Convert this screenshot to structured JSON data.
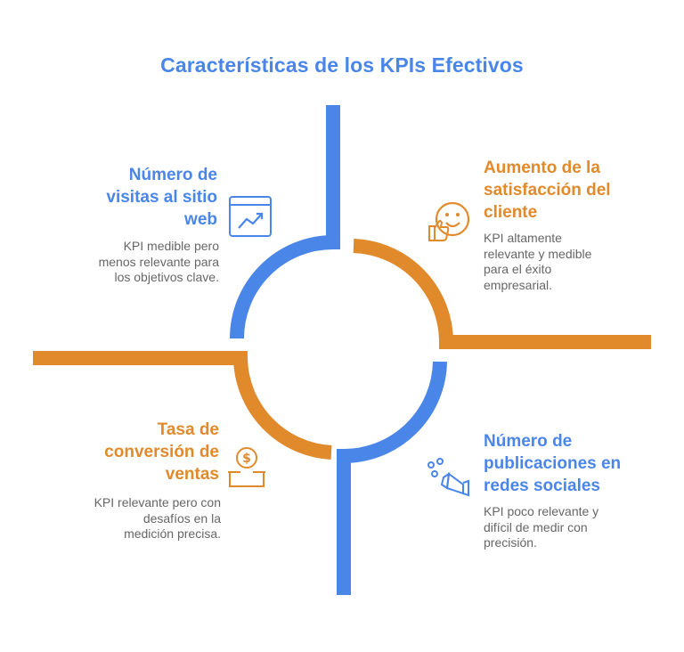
{
  "title": "Características de los KPIs Efectivos",
  "colors": {
    "blue": "#4a86e8",
    "orange": "#e08a2c",
    "text": "#666666"
  },
  "quadrants": {
    "top_left": {
      "heading": [
        "Número de",
        "visitas al sitio",
        "web"
      ],
      "description": [
        "KPI medible pero",
        "menos relevante para",
        "los objetivos clave."
      ],
      "icon": "trending-chart-icon",
      "color": "blue"
    },
    "top_right": {
      "heading": [
        "Aumento de la",
        "satisfacción del",
        "cliente"
      ],
      "description": [
        "KPI altamente",
        "relevante y medible",
        "para el éxito",
        "empresarial."
      ],
      "icon": "smiley-thumbs-up-icon",
      "color": "orange"
    },
    "bottom_left": {
      "heading": [
        "Tasa de",
        "conversión de",
        "ventas"
      ],
      "description": [
        "KPI relevante pero con",
        "desafíos en la",
        "medición precisa."
      ],
      "icon": "coin-deposit-icon",
      "color": "orange"
    },
    "bottom_right": {
      "heading": [
        "Número de",
        "publicaciones en",
        "redes sociales"
      ],
      "description": [
        "KPI poco relevante y",
        "difícil de medir con",
        "precisión."
      ],
      "icon": "megaphone-icon",
      "color": "blue"
    }
  }
}
